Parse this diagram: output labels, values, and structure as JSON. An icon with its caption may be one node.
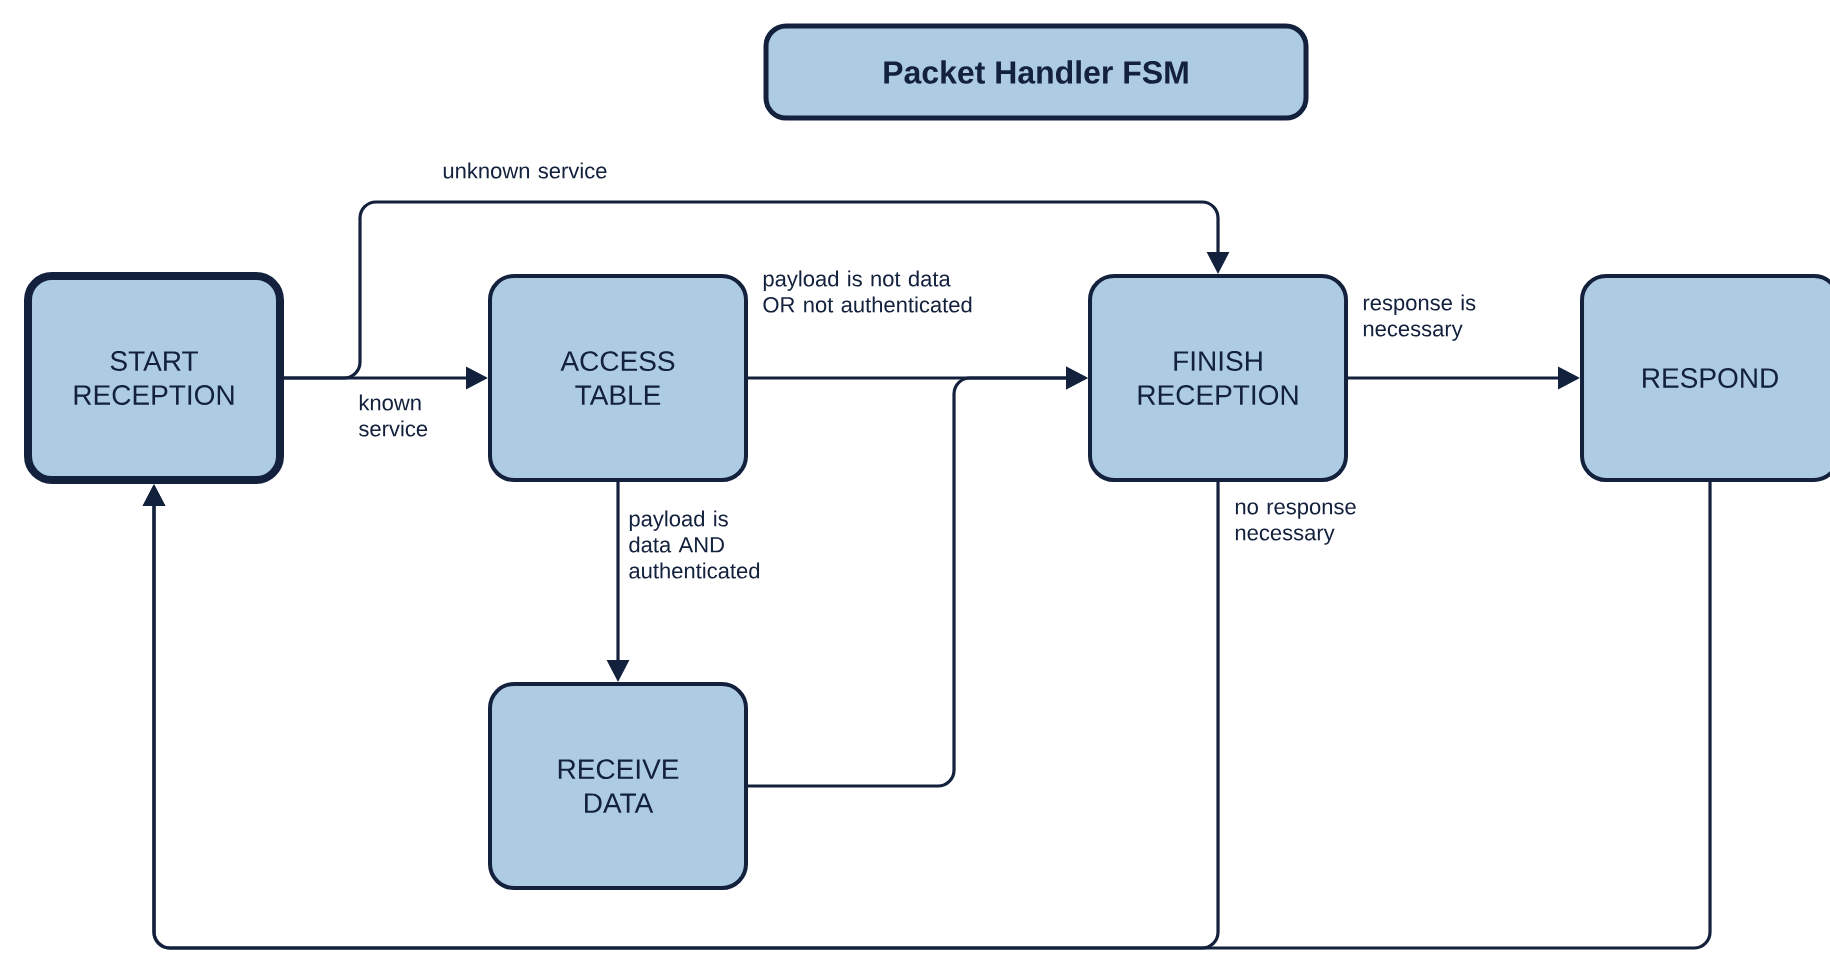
{
  "diagram": {
    "title": "Packet Handler FSM",
    "nodes": [
      {
        "text": [
          "START RECEPTION"
        ]
      },
      {
        "text": [
          "ACCESS TABLE"
        ]
      },
      {
        "text": [
          "RECEIVE DATA"
        ]
      },
      {
        "text": [
          "FINISH RECEPTION"
        ]
      },
      {
        "text": [
          "RESPOND"
        ]
      }
    ],
    "edges": [
      {
        "from": 0,
        "to": 1,
        "arrow": "to",
        "label": "known service"
      },
      {
        "from": 0,
        "to": 3,
        "arrow": "to",
        "label": "unknown service"
      },
      {
        "from": 1,
        "to": 3,
        "arrow": "to",
        "label": "payload is not data OR not authenticated"
      },
      {
        "from": 1,
        "to": 2,
        "arrow": "to",
        "label": "payload is data AND authenticated"
      },
      {
        "from": 2,
        "to": 3,
        "arrow": "to"
      },
      {
        "from": 3,
        "to": 4,
        "arrow": "to",
        "label": "response is necessary"
      },
      {
        "from": 3,
        "to": 0,
        "arrow": "to",
        "label": "no response necessary"
      },
      {
        "from": 4,
        "to": 0,
        "arrow": "to"
      }
    ]
  }
}
